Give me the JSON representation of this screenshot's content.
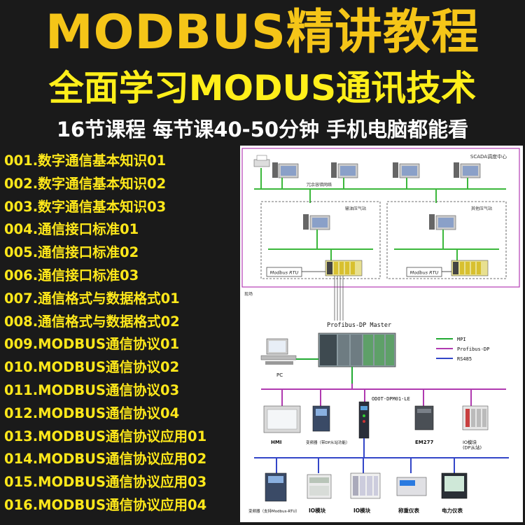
{
  "header": {
    "title": "MODBUS精讲教程",
    "subtitle": "全面学习MODUS通讯技术",
    "info": "16节课程 每节课40-50分钟 手机电脑都能看"
  },
  "lessons": [
    "001.数字通信基本知识01",
    "002.数字通信基本知识02",
    "003.数字通信基本知识03",
    "004.通信接口标准01",
    "005.通信接口标准02",
    "006.通信接口标准03",
    "007.通信格式与数据格式01",
    "008.通信格式与数据格式02",
    "009.MODBUS通信协议01",
    "010.MODBUS通信协议02",
    "011.MODBUS通信协议03",
    "012.MODBUS通信协议04",
    "013.MODBUS通信协议应用01",
    "014.MODBUS通信协议应用02",
    "015.MODBUS通信协议应用03",
    "016.MODBUS通信协议应用04"
  ],
  "diagram": {
    "scada_label": "SCADA调度中心",
    "station_left": "输油压气站",
    "station_right": "其他压气站",
    "network_label": "冗余容错网络",
    "modbus_rtu": "Modbus RTU",
    "field_label": "现场",
    "master_label": "Profibus-DP  Master",
    "legend_mpi": "MPI",
    "legend_profibus": "Profibus-DP",
    "legend_rs485": "RS485",
    "pc_label": "PC",
    "dpm_label": "ODOT-DPM01-LE",
    "hmi_label": "HMI",
    "vfd_dp_label": "变频器（带DP从站功能）",
    "em277_label": "EM277",
    "io_dp_label": "IO模块\n(DP从站)",
    "vfd_rtu_label": "变频器（支持Modbus-RTU）",
    "io1_label": "IO模块",
    "io2_label": "IO模块",
    "scale_label": "称重仪表",
    "power_label": "电力仪表",
    "colors": {
      "mpi": "#22aa33",
      "profibus": "#b03ab0",
      "rs485": "#3346c8",
      "network": "#3cb83c"
    }
  }
}
